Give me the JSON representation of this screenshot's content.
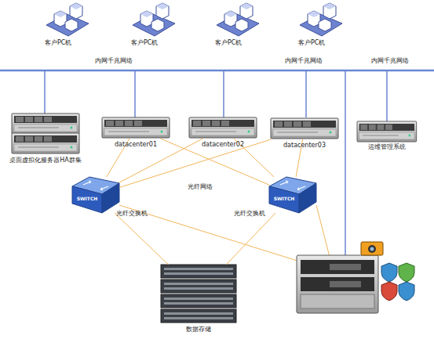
{
  "diagram": {
    "nodes": [
      {
        "text": [
          "客户PC机"
        ]
      },
      {
        "text": [
          "客户PC机"
        ]
      },
      {
        "text": [
          "客户PC机"
        ]
      },
      {
        "text": [
          "客户PC机"
        ]
      },
      {
        "text": [
          "桌面虚拟化服务器HA群集"
        ]
      },
      {
        "text": [
          "datacenter01"
        ]
      },
      {
        "text": [
          "datacenter02"
        ]
      },
      {
        "text": [
          "datacenter03"
        ]
      },
      {
        "text": [
          "运维管理系统"
        ]
      },
      {
        "text": [
          "SWITCH",
          "光纤交换机"
        ]
      },
      {
        "text": [
          "SWITCH",
          "光纤交换机"
        ]
      },
      {
        "text": [
          "数据存储"
        ]
      }
    ],
    "edges": [
      {
        "from": 5,
        "to": 9,
        "arrow": "none"
      },
      {
        "from": 5,
        "to": 10,
        "arrow": "none"
      },
      {
        "from": 6,
        "to": 9,
        "arrow": "none"
      },
      {
        "from": 6,
        "to": 10,
        "arrow": "none"
      },
      {
        "from": 7,
        "to": 9,
        "arrow": "none"
      },
      {
        "from": 7,
        "to": 10,
        "arrow": "none"
      },
      {
        "from": 9,
        "to": 11,
        "arrow": "none"
      },
      {
        "from": 10,
        "to": 11,
        "arrow": "none"
      }
    ],
    "labels": [
      "内网千兆网络",
      "内网千兆网络",
      "内网千兆网络",
      "光纤网络"
    ]
  }
}
